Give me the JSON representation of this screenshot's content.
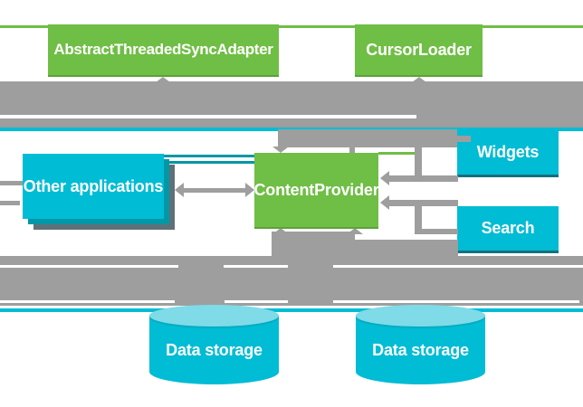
{
  "nodes": {
    "sync_adapter": {
      "label": "AbstractThreadedSyncAdapter"
    },
    "cursor_loader": {
      "label": "CursorLoader"
    },
    "content_provider": {
      "label": "ContentProvider"
    },
    "other_applications": {
      "label": "Other applications"
    },
    "widgets": {
      "label": "Widgets"
    },
    "search": {
      "label": "Search"
    },
    "data_storage_left": {
      "label": "Data storage"
    },
    "data_storage_right": {
      "label": "Data storage"
    }
  },
  "colors": {
    "green": "#6FBE45",
    "cyan": "#00BCD4",
    "cyan_light": "#7FDBE7",
    "teal_dark": "#0097A7",
    "stack_shadow": "#5E7078",
    "arrow_gray": "#9E9E9E",
    "text_white": "#FFFFFF",
    "background": "#FFFFFF"
  }
}
